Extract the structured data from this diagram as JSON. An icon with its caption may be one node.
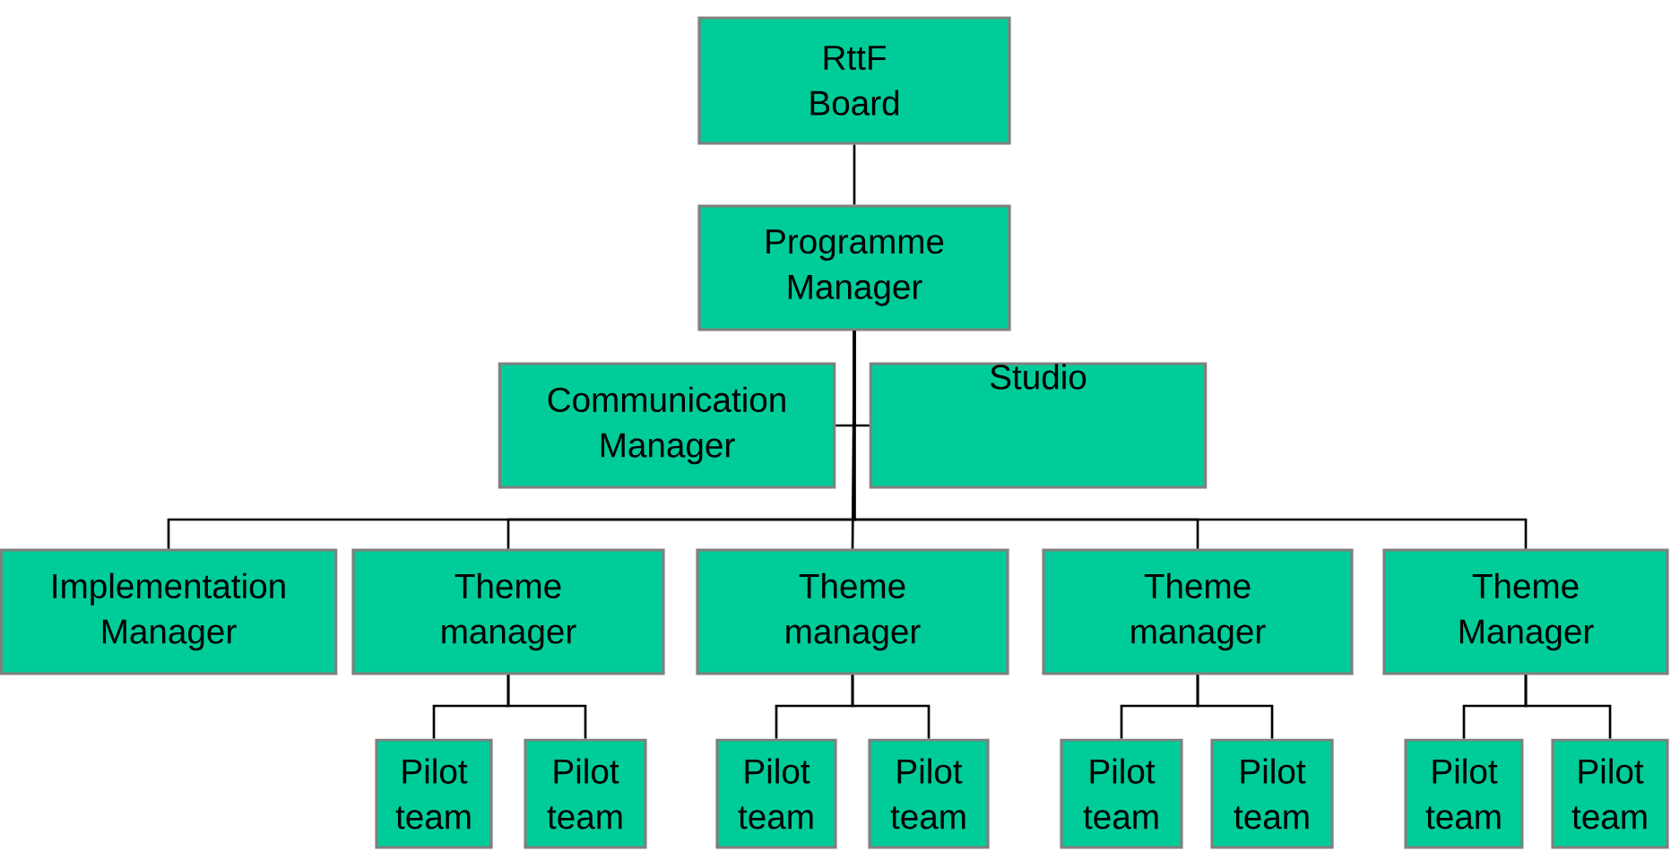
{
  "diagram": {
    "nodes": [
      {
        "text": [
          "RttF Board"
        ]
      },
      {
        "text": [
          "Programme Manager"
        ]
      },
      {
        "text": [
          "Communication Manager"
        ]
      },
      {
        "text": [
          "Studio"
        ]
      },
      {
        "text": [
          "Implementation Manager"
        ]
      },
      {
        "text": [
          "Theme manager"
        ]
      },
      {
        "text": [
          "Theme manager"
        ]
      },
      {
        "text": [
          "Theme manager"
        ]
      },
      {
        "text": [
          "Theme Manager"
        ]
      },
      {
        "text": [
          "Pilot team"
        ]
      },
      {
        "text": [
          "Pilot team"
        ]
      },
      {
        "text": [
          "Pilot team"
        ]
      },
      {
        "text": [
          "Pilot team"
        ]
      },
      {
        "text": [
          "Pilot team"
        ]
      },
      {
        "text": [
          "Pilot team"
        ]
      },
      {
        "text": [
          "Pilot team"
        ]
      },
      {
        "text": [
          "Pilot team"
        ]
      }
    ],
    "edges": [
      {
        "from": 0,
        "to": 1,
        "arrow": "none"
      },
      {
        "from": 1,
        "to": 2,
        "arrow": "none"
      },
      {
        "from": 1,
        "to": 3,
        "arrow": "none"
      },
      {
        "from": 1,
        "to": 4,
        "arrow": "none"
      },
      {
        "from": 1,
        "to": 5,
        "arrow": "none"
      },
      {
        "from": 1,
        "to": 6,
        "arrow": "none"
      },
      {
        "from": 1,
        "to": 7,
        "arrow": "none"
      },
      {
        "from": 1,
        "to": 8,
        "arrow": "none"
      },
      {
        "from": 5,
        "to": 9,
        "arrow": "none"
      },
      {
        "from": 5,
        "to": 10,
        "arrow": "none"
      },
      {
        "from": 6,
        "to": 11,
        "arrow": "none"
      },
      {
        "from": 6,
        "to": 12,
        "arrow": "none"
      },
      {
        "from": 7,
        "to": 13,
        "arrow": "none"
      },
      {
        "from": 7,
        "to": 14,
        "arrow": "none"
      },
      {
        "from": 8,
        "to": 15,
        "arrow": "none"
      },
      {
        "from": 8,
        "to": 16,
        "arrow": "none"
      }
    ]
  }
}
